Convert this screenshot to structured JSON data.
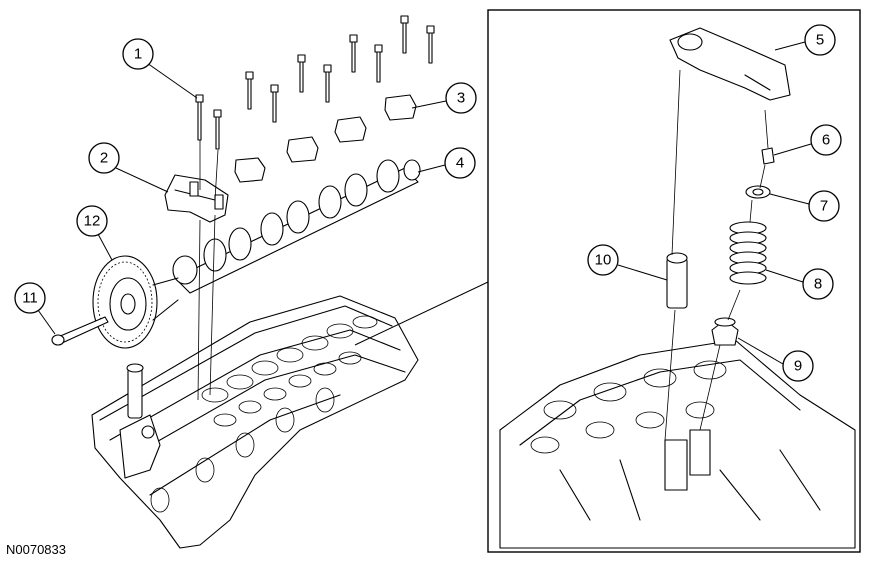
{
  "figure_code": "N0070833",
  "callouts": [
    {
      "id": "c1",
      "label": "1"
    },
    {
      "id": "c2",
      "label": "2"
    },
    {
      "id": "c3",
      "label": "3"
    },
    {
      "id": "c4",
      "label": "4"
    },
    {
      "id": "c5",
      "label": "5"
    },
    {
      "id": "c6",
      "label": "6"
    },
    {
      "id": "c7",
      "label": "7"
    },
    {
      "id": "c8",
      "label": "8"
    },
    {
      "id": "c9",
      "label": "9"
    },
    {
      "id": "c10",
      "label": "10"
    },
    {
      "id": "c11",
      "label": "11"
    },
    {
      "id": "c12",
      "label": "12"
    }
  ]
}
